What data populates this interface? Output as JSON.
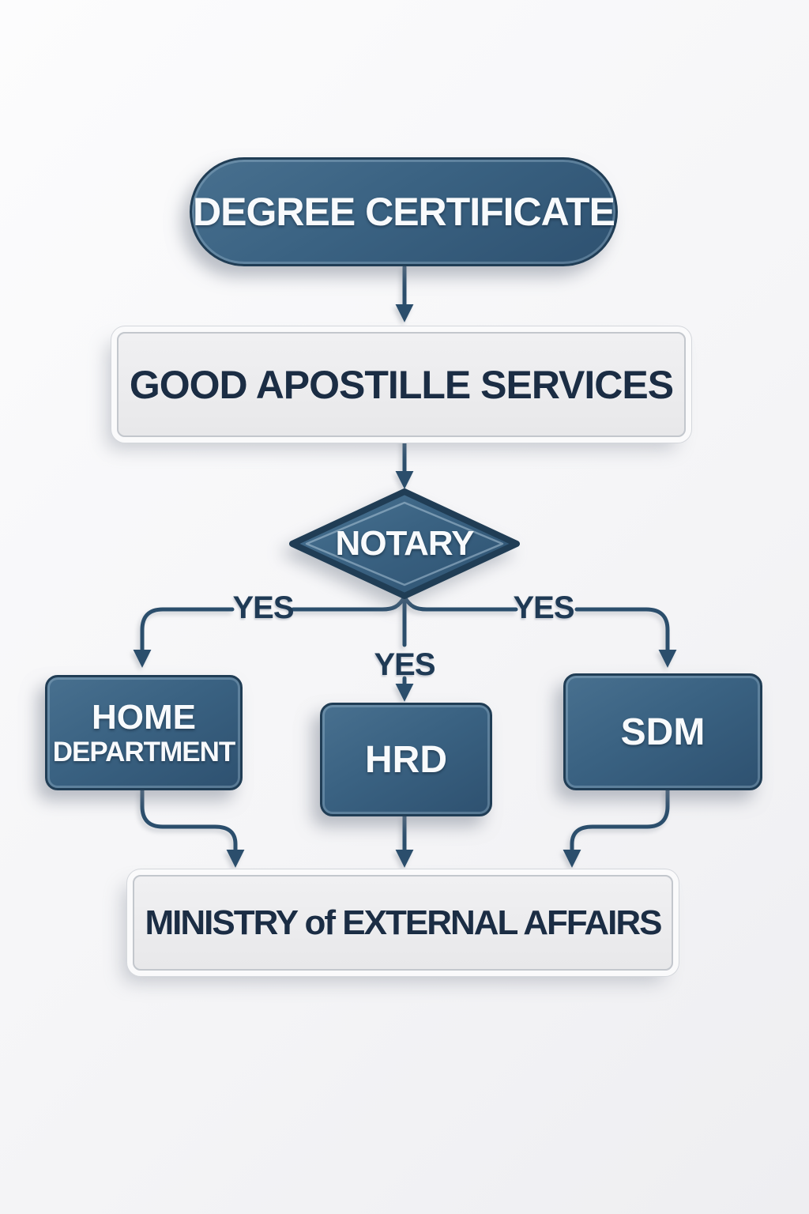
{
  "colors": {
    "background_start": "#fcfcfd",
    "background_end": "#eeeef1",
    "node_fill": "#3a6282",
    "node_border": "#203d55",
    "edge": "#2b4e6c",
    "light_node_fill": "#e8e8ea",
    "dark_text": "#1b2d44",
    "light_text": "#f8fafc"
  },
  "nodes": {
    "degree_certificate": {
      "label": "DEGREE CERTIFICATE",
      "shape": "rounded-pill"
    },
    "good_apostille_services": {
      "label": "GOOD APOSTILLE SERVICES",
      "shape": "rectangle"
    },
    "notary": {
      "label": "NOTARY",
      "shape": "decision-diamond"
    },
    "home_department": {
      "label_line1": "HOME",
      "label_line2": "DEPARTMENT",
      "shape": "rectangle"
    },
    "hrd": {
      "label": "HRD",
      "shape": "rectangle"
    },
    "sdm": {
      "label": "SDM",
      "shape": "rectangle"
    },
    "ministry_external_affairs": {
      "label": "MINISTRY of EXTERNAL AFFAIRS",
      "shape": "rectangle"
    }
  },
  "edge_labels": {
    "yes_left": "YES",
    "yes_center": "YES",
    "yes_right": "YES"
  }
}
